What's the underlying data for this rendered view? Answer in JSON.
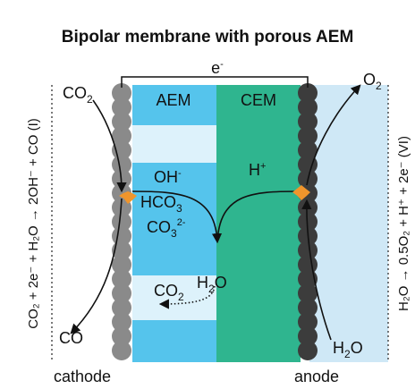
{
  "title": "Bipolar membrane with porous AEM",
  "electron": {
    "base": "e",
    "sup": "-"
  },
  "membranes": {
    "aem": "AEM",
    "cem": "CEM"
  },
  "cathode": {
    "label": "cathode",
    "reactant": {
      "base": "CO",
      "sub": "2"
    },
    "product": "CO",
    "equation": "CO₂ + 2e⁻ + H₂O → 2OH⁻ + CO (I)"
  },
  "anode": {
    "label": "anode",
    "product": {
      "base": "O",
      "sub": "2"
    },
    "reactant": {
      "base": "H",
      "sub": "2",
      "tail": "O"
    },
    "equation": "H₂O → 0.5O₂ + H⁺ + 2e⁻ (VI)"
  },
  "species": {
    "hydroxide": {
      "base": "OH",
      "sup": "-"
    },
    "proton": {
      "base": "H",
      "sup": "+"
    },
    "bicarbonate": {
      "base": "HCO",
      "sub": "3"
    },
    "carbonate": {
      "base": "CO",
      "sub": "3",
      "sup": "2-"
    },
    "water_mid": {
      "base": "H",
      "sub": "2",
      "tail": "O"
    },
    "co2_mid": {
      "base": "CO",
      "sub": "2"
    }
  },
  "colors": {
    "aem": "#55c4ec",
    "aem_light": "#ddf2fb",
    "cem": "#2fb58f",
    "anode_bg": "#cfe8f6",
    "cathode_beads": "#8a8a8a",
    "anode_beads": "#3c3c3c",
    "catalyst": "#f0952c"
  }
}
